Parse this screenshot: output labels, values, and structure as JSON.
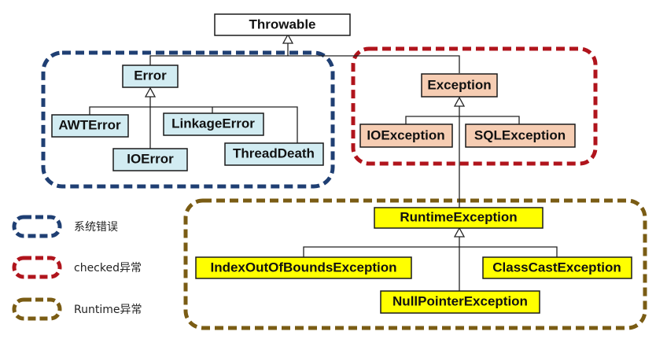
{
  "colors": {
    "error_group": "#1f3f73",
    "checked_group": "#b0141c",
    "runtime_group": "#7a5c14",
    "error_fill": "#d2ecf2",
    "checked_fill": "#f6cdb3",
    "runtime_fill": "#ffff00",
    "root_fill": "#ffffff"
  },
  "nodes": {
    "throwable": "Throwable",
    "error": "Error",
    "awt_error": "AWTError",
    "linkage_error": "LinkageError",
    "io_error": "IOError",
    "thread_death": "ThreadDeath",
    "exception": "Exception",
    "io_exception": "IOException",
    "sql_exception": "SQLException",
    "runtime_exception": "RuntimeException",
    "index_out_of_bounds_exception": "IndexOutOfBoundsException",
    "class_cast_exception": "ClassCastException",
    "null_pointer_exception": "NullPointerException"
  },
  "legend": {
    "system_error": "系统错误",
    "checked_exception": "checked异常",
    "runtime_exception": "Runtime异常"
  }
}
